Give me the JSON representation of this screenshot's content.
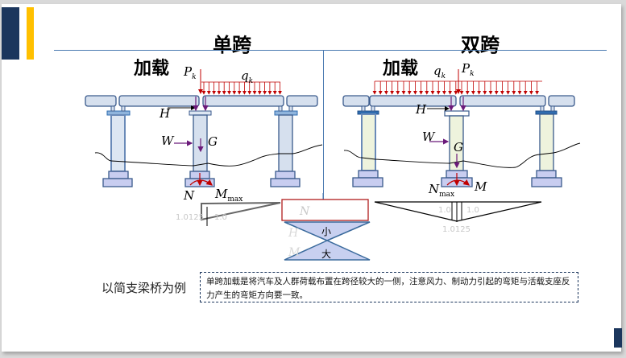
{
  "slide": {
    "left_title": "单跨",
    "right_title": "双跨",
    "left_subtitle": "加载",
    "right_subtitle": "加载",
    "example_label": "以简支梁桥为例",
    "note": "单跨加载是将汽车及人群荷载布置在跨径较大的一侧，注意风力、制动力引起的弯矩与活载支座反力产生的弯矩方向要一致。"
  },
  "left_diagram": {
    "loads": {
      "point_load": "P",
      "point_load_sub": "k",
      "distributed_load": "q",
      "distributed_load_sub": "k"
    },
    "forces": {
      "braking": "H",
      "wind": "W",
      "self_weight": "G",
      "axial": "N",
      "moment": "M",
      "moment_sub": "max"
    },
    "influence_line": {
      "values": [
        "1.0125",
        "1.0"
      ]
    }
  },
  "right_diagram": {
    "loads": {
      "point_load": "P",
      "point_load_sub": "k",
      "distributed_load": "q",
      "distributed_load_sub": "k"
    },
    "forces": {
      "braking": "H",
      "wind": "W",
      "self_weight": "G",
      "axial": "N",
      "axial_sub": "max",
      "moment": "M"
    },
    "influence_line": {
      "values": [
        "1.0",
        "1.0",
        "1.0125"
      ]
    }
  },
  "comparison": {
    "rows": [
      "N",
      "H",
      "M"
    ],
    "small_label": "小",
    "large_label": "大"
  },
  "colors": {
    "navy": "#1b365d",
    "gold": "#ffc000",
    "load_red": "#c00000",
    "force_purple": "#6b1a7a",
    "deck_fill": "#d6e0ee",
    "pier_fill_left": "#dde6f2",
    "pier_fill_right": "#eef3dd",
    "outline": "#3a5a8c"
  }
}
